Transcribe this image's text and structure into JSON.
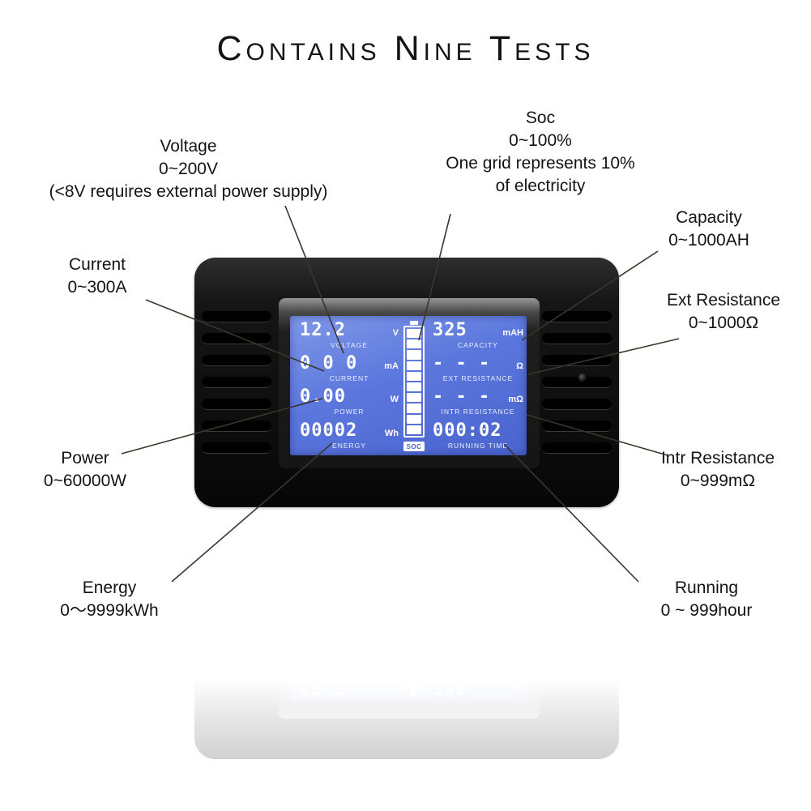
{
  "title": "Contains Nine Tests",
  "callouts": {
    "voltage": {
      "name": "Voltage",
      "range": "0~200V",
      "note": "(<8V requires external power supply)"
    },
    "soc": {
      "name": "Soc",
      "range": "0~100%",
      "note1": "One grid represents 10%",
      "note2": "of electricity"
    },
    "current": {
      "name": "Current",
      "range": "0~300A"
    },
    "capacity": {
      "name": "Capacity",
      "range": "0~1000AH"
    },
    "ext_resistance": {
      "name": "Ext Resistance",
      "range": "0~1000Ω"
    },
    "power": {
      "name": "Power",
      "range": "0~60000W"
    },
    "intr_resistance": {
      "name": "Intr Resistance",
      "range": "0~999mΩ"
    },
    "energy": {
      "name": "Energy",
      "range": "0～9999kWh"
    },
    "running": {
      "name": "Running",
      "range": "0 ~ 999hour"
    }
  },
  "lcd": {
    "voltage": {
      "value": "12.2",
      "unit": "V",
      "label": "VOLTAGE"
    },
    "current": {
      "value": "0 0 0",
      "unit": "mA",
      "label": "CURRENT"
    },
    "power": {
      "value": "0.00",
      "unit": "W",
      "label": "POWER"
    },
    "energy": {
      "value": "00002",
      "unit": "Wh",
      "label": "ENERGY"
    },
    "capacity": {
      "value": "325",
      "unit": "mAH",
      "label": "CAPACITY"
    },
    "ext_resistance": {
      "value": "- - -",
      "unit": "Ω",
      "label": "EXT RESISTANCE"
    },
    "intr_resistance": {
      "value": "- - -",
      "unit": "mΩ",
      "label": "INTR RESISTANCE"
    },
    "running_time": {
      "value": "000:02",
      "unit": "",
      "label": "RUNNING TIME"
    },
    "soc": {
      "label": "SOC",
      "segments_filled": 10,
      "segments_total": 10
    }
  },
  "colors": {
    "lcd_blue": "#5b77dc",
    "device_black": "#0d0d0d",
    "text": "#141414",
    "leader_line": "#3a362c"
  }
}
